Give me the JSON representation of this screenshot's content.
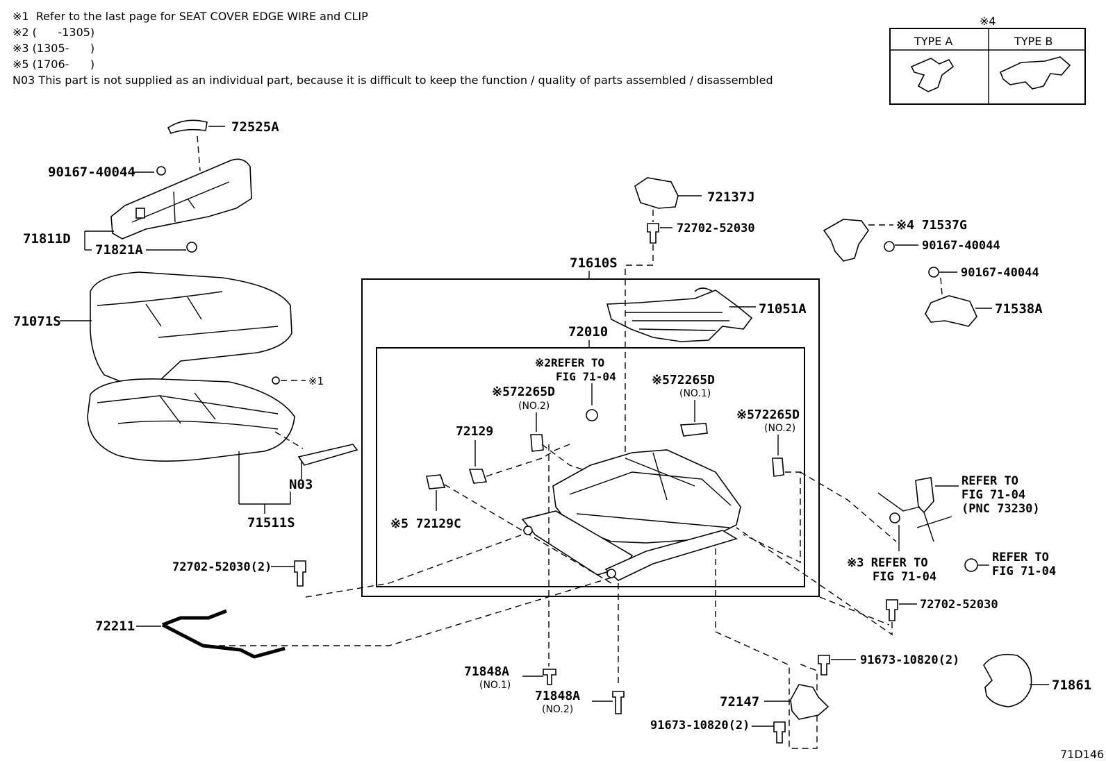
{
  "notes": [
    "※1  Refer to the last page for SEAT COVER EDGE WIRE and CLIP",
    "※2 (      -1305)",
    "※3 (1305-      )",
    "※5 (1706-      )",
    "N03 This part is not supplied as an individual part, because it is difficult to keep the function / quality of parts assembled / disassembled"
  ],
  "legend": {
    "mark": "※4",
    "type_a": "TYPE A",
    "type_b": "TYPE B"
  },
  "figure_code": "71D146",
  "labels": {
    "p72525A": "72525A",
    "p90167_tl": "90167-40044",
    "p71811D": "71811D",
    "p71821A": "71821A",
    "p71071S": "71071S",
    "note1": "※1",
    "pN03": "N03",
    "p71511S": "71511S",
    "p72702_2": "72702-52030(2)",
    "p72211": "72211",
    "p72137J": "72137J",
    "p72702_top": "72702-52030",
    "p71610S": "71610S",
    "p71051A": "71051A",
    "p72010": "72010",
    "ref2_a": "※2REFER TO",
    "ref2_b": "FIG 71-04",
    "p72265D_l": "※572265D",
    "p72265D_l_no": "(NO.2)",
    "p72265D_c": "※572265D",
    "p72265D_c_no": "(NO.1)",
    "p72265D_r": "※572265D",
    "p72265D_r_no": "(NO.2)",
    "p72129": "72129",
    "p72129C": "※5 72129C",
    "p71537G": "※4 71537G",
    "p90167_r1": "90167-40044",
    "p90167_r2": "90167-40044",
    "p71538A": "71538A",
    "ref_belt_1": "REFER TO",
    "ref_belt_2": "FIG 71-04",
    "ref_belt_3": "(PNC 73230)",
    "ref3_a": "※3 REFER TO",
    "ref3_b": "FIG 71-04",
    "ref_nut_a": "REFER TO",
    "ref_nut_b": "FIG 71-04",
    "p72702_r": "72702-52030",
    "p91673_a": "91673-10820(2)",
    "p91673_b": "91673-10820(2)",
    "p72147": "72147",
    "p71848A_1": "71848A",
    "p71848A_1_no": "(NO.1)",
    "p71848A_2": "71848A",
    "p71848A_2_no": "(NO.2)",
    "p71861": "71861"
  }
}
